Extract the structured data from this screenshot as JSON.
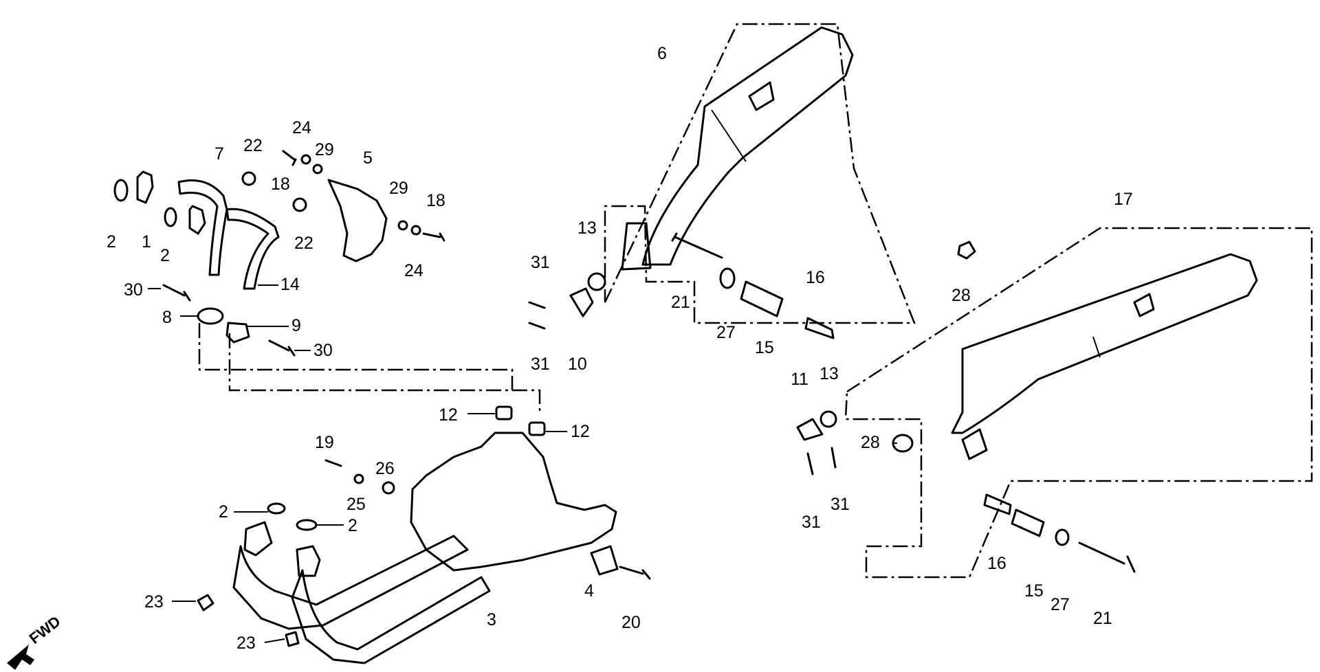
{
  "direction_label": "FWD",
  "callouts": [
    {
      "id": "c2a",
      "text": "2"
    },
    {
      "id": "c1",
      "text": "1"
    },
    {
      "id": "c2b",
      "text": "2"
    },
    {
      "id": "c7",
      "text": "7"
    },
    {
      "id": "c22a",
      "text": "22"
    },
    {
      "id": "c18a",
      "text": "18"
    },
    {
      "id": "c24a",
      "text": "24"
    },
    {
      "id": "c29a",
      "text": "29"
    },
    {
      "id": "c5",
      "text": "5"
    },
    {
      "id": "c29b",
      "text": "29"
    },
    {
      "id": "c18b",
      "text": "18"
    },
    {
      "id": "c22b",
      "text": "22"
    },
    {
      "id": "c24b",
      "text": "24"
    },
    {
      "id": "c14",
      "text": "14"
    },
    {
      "id": "c30a",
      "text": "30"
    },
    {
      "id": "c8",
      "text": "8"
    },
    {
      "id": "c9",
      "text": "9"
    },
    {
      "id": "c30b",
      "text": "30"
    },
    {
      "id": "c6",
      "text": "6"
    },
    {
      "id": "c13a",
      "text": "13"
    },
    {
      "id": "c31a",
      "text": "31"
    },
    {
      "id": "c31b",
      "text": "31"
    },
    {
      "id": "c10",
      "text": "10"
    },
    {
      "id": "c21a",
      "text": "21"
    },
    {
      "id": "c27a",
      "text": "27"
    },
    {
      "id": "c15a",
      "text": "15"
    },
    {
      "id": "c16a",
      "text": "16"
    },
    {
      "id": "c28a",
      "text": "28"
    },
    {
      "id": "c17",
      "text": "17"
    },
    {
      "id": "c11",
      "text": "11"
    },
    {
      "id": "c13b",
      "text": "13"
    },
    {
      "id": "c28b",
      "text": "28"
    },
    {
      "id": "c31c",
      "text": "31"
    },
    {
      "id": "c31d",
      "text": "31"
    },
    {
      "id": "c16b",
      "text": "16"
    },
    {
      "id": "c15b",
      "text": "15"
    },
    {
      "id": "c27b",
      "text": "27"
    },
    {
      "id": "c21b",
      "text": "21"
    },
    {
      "id": "c12a",
      "text": "12"
    },
    {
      "id": "c12b",
      "text": "12"
    },
    {
      "id": "c19",
      "text": "19"
    },
    {
      "id": "c26",
      "text": "26"
    },
    {
      "id": "c25",
      "text": "25"
    },
    {
      "id": "c2c",
      "text": "2"
    },
    {
      "id": "c2d",
      "text": "2"
    },
    {
      "id": "c4",
      "text": "4"
    },
    {
      "id": "c20",
      "text": "20"
    },
    {
      "id": "c3",
      "text": "3"
    },
    {
      "id": "c23a",
      "text": "23"
    },
    {
      "id": "c23b",
      "text": "23"
    }
  ]
}
